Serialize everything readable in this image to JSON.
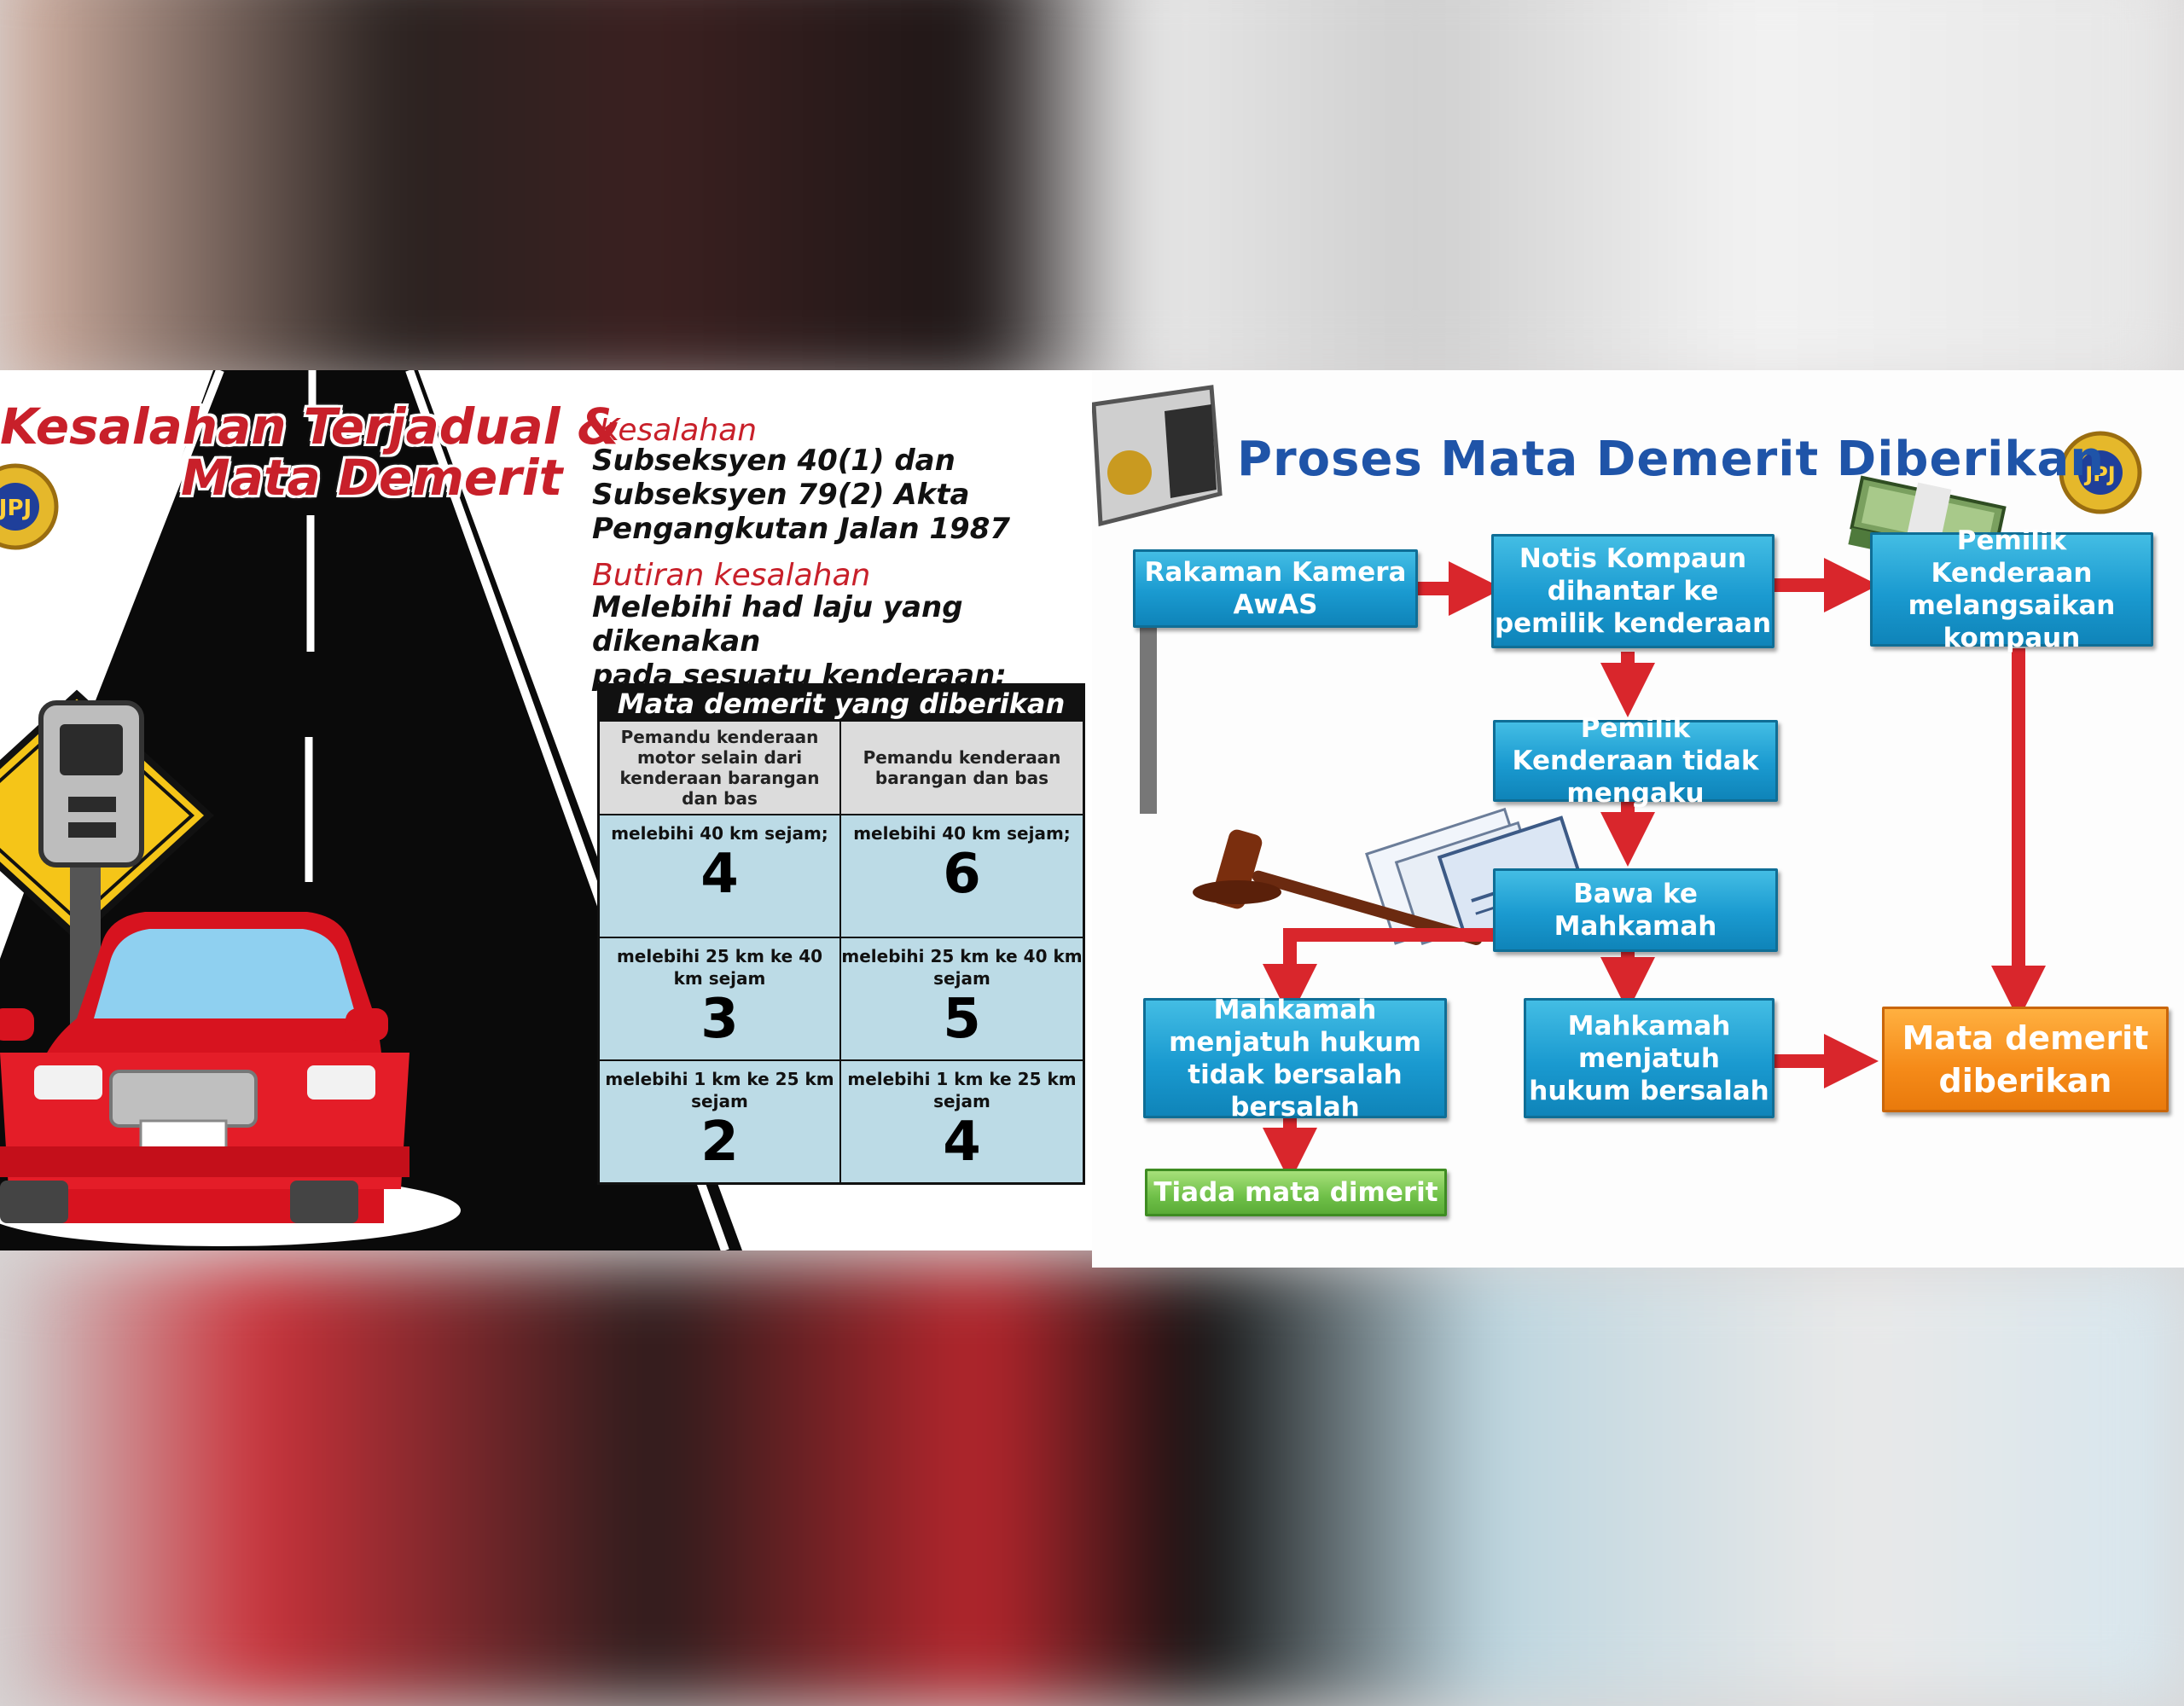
{
  "left_panel": {
    "title_line1": "Kesalahan Terjadual &",
    "title_line2": "Mata Demerit",
    "offence_heading": "Kesalahan",
    "offence_lines": [
      "Subseksyen 40(1)  dan",
      "Subseksyen 79(2) Akta",
      "Pengangkutan Jalan 1987"
    ],
    "details_heading": "Butiran kesalahan",
    "details_lines": [
      "Melebihi had laju yang dikenakan",
      "pada sesuatu kenderaan:"
    ],
    "table": {
      "title": "Mata demerit yang diberikan",
      "col1_header": "Pemandu kenderaan motor  selain dari kenderaan barangan dan bas",
      "col2_header": "Pemandu kenderaan barangan dan bas",
      "rows": [
        {
          "c1_cond": "melebihi 40 km sejam;",
          "c1_points": "4",
          "c2_cond": "melebihi 40 km sejam;",
          "c2_points": "6"
        },
        {
          "c1_cond": "melebihi 25 km ke 40 km sejam",
          "c1_points": "3",
          "c2_cond": "melebihi 25 km ke 40 km sejam",
          "c2_points": "5"
        },
        {
          "c1_cond": "melebihi 1 km ke 25 km sejam",
          "c1_points": "2",
          "c2_cond": "melebihi 1 km ke 25 km sejam",
          "c2_points": "4"
        }
      ]
    },
    "badge_text": "JPJ"
  },
  "right_panel": {
    "title": "Proses Mata Demerit Diberikan",
    "badge_text": "JPJ",
    "boxes": {
      "camera": "Rakaman Kamera AwAS",
      "notice": "Notis Kompaun dihantar ke pemilik kenderaan",
      "owner_pays": "Pemilik Kenderaan melangsaikan kompaun",
      "owner_denies": "Pemilik Kenderaan tidak mengaku",
      "court": "Bawa ke Mahkamah",
      "not_guilty": "Mahkamah menjatuh hukum tidak bersalah bersalah",
      "guilty": "Mahkamah menjatuh hukum bersalah",
      "demerit": "Mata demerit diberikan",
      "no_demerit": "Tiada mata dimerit"
    }
  },
  "colors": {
    "title_red": "#c8202a",
    "box_blue": "#1a9ad0",
    "box_orange": "#f58a18",
    "box_green": "#6fc048",
    "arrow_red": "#d9262c",
    "title_blue": "#1f54a8"
  }
}
